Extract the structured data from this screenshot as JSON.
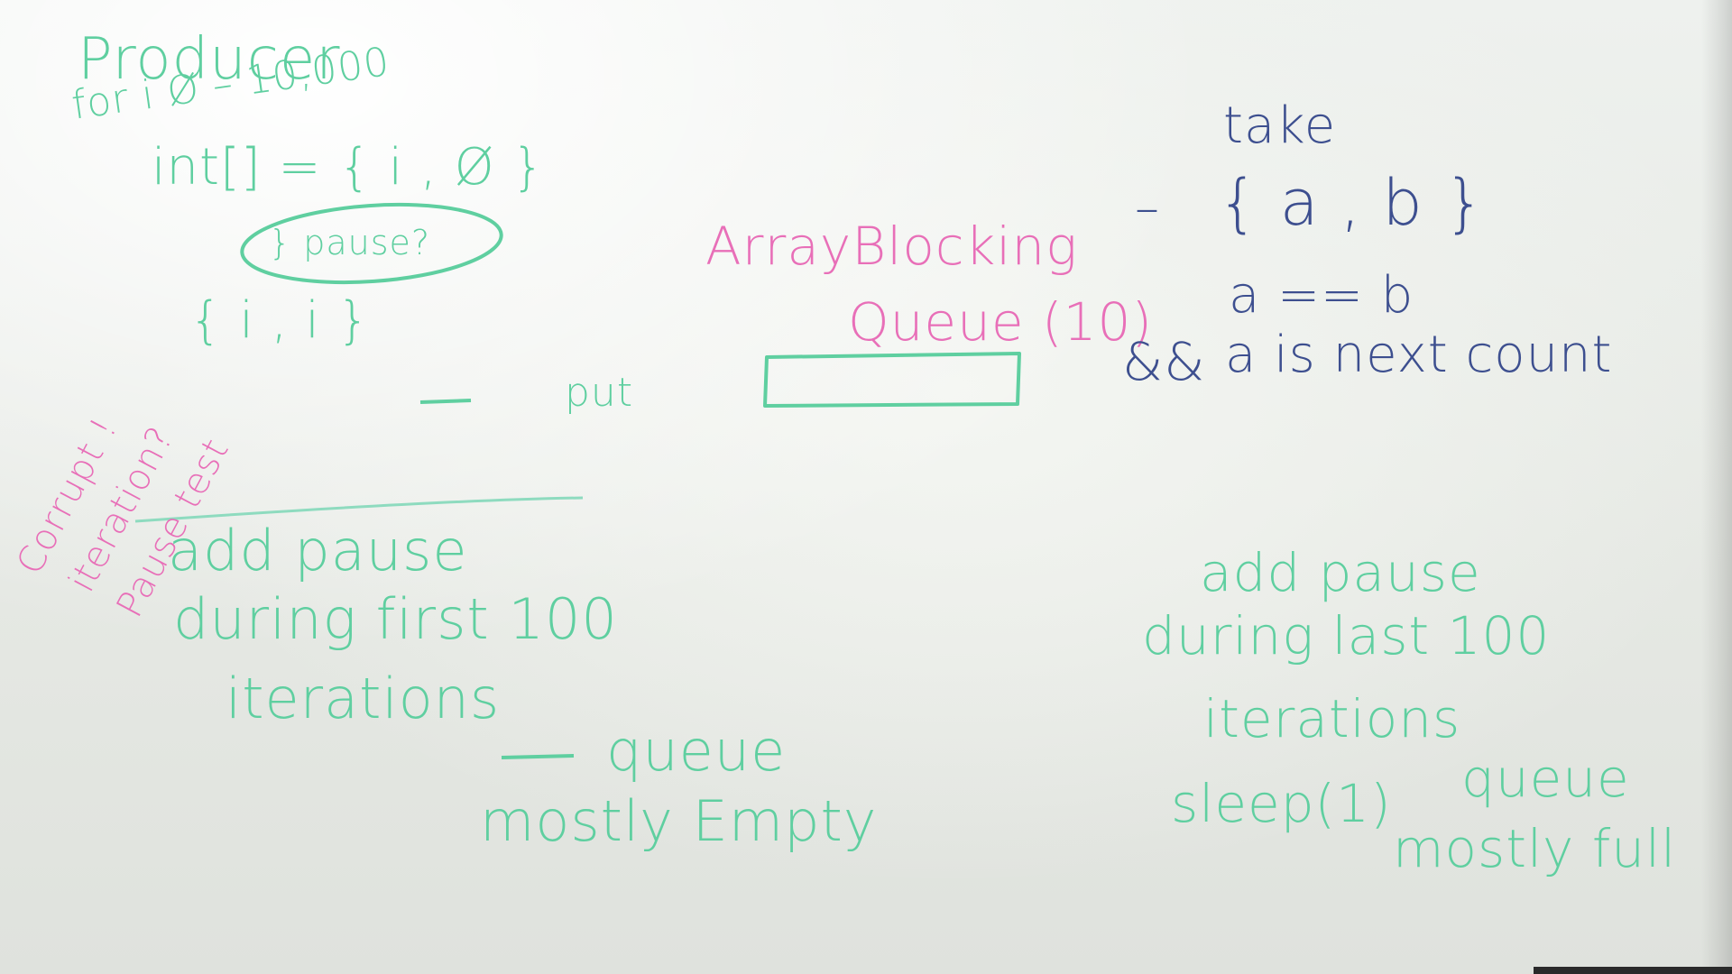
{
  "board": {
    "colors": {
      "green_marker": "#5fcfa0",
      "pink_marker": "#e86fb8",
      "navy_marker": "#3d4f8f",
      "board": "#eef1ee"
    },
    "producer": {
      "title": "Producer",
      "loop": "for i Ø – 10,000",
      "array": "int[] = { i , Ø }",
      "pause_q": "} pause?",
      "pair": "{ i , i }",
      "dash_put": "—",
      "put": "put"
    },
    "queue": {
      "name_line1": "ArrayBlocking",
      "name_line2": "Queue (10)"
    },
    "consumer": {
      "take": "take",
      "dash": "–",
      "pair": "{ a , b }",
      "equality": "a == b",
      "and": "&&",
      "next": "a is next count"
    },
    "side_note": {
      "line1": "Corrupt !",
      "line2": "iteration?",
      "line3": "Pause test"
    },
    "left_test": {
      "line1": "add pause",
      "line2": "during first 100",
      "line3": "iterations",
      "dash": "—",
      "queue": "queue",
      "state": "mostly Empty"
    },
    "right_test": {
      "line1": "add pause",
      "line2": "during last 100",
      "line3": "iterations",
      "sleep": "sleep(1)",
      "queue": "queue",
      "state": "mostly full"
    }
  }
}
